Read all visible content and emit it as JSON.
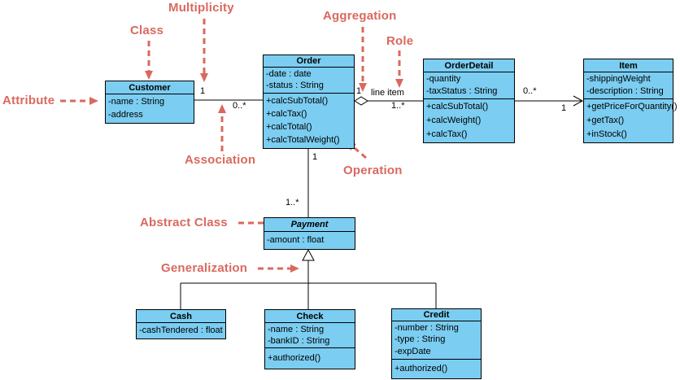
{
  "colors": {
    "class_fill": "#7BCDF1",
    "class_border": "#000000",
    "connector": "#000000",
    "annotation_red": "#D9695E",
    "background": "#FFFFFF"
  },
  "classes": {
    "customer": {
      "name": "Customer",
      "abstract": false,
      "attributes": [
        "-name : String",
        "-address"
      ],
      "operations": []
    },
    "order": {
      "name": "Order",
      "abstract": false,
      "attributes": [
        "-date : date",
        "-status : String"
      ],
      "operations": [
        "+calcSubTotal()",
        "+calcTax()",
        "+calcTotal()",
        "+calcTotalWeight()"
      ]
    },
    "orderdetail": {
      "name": "OrderDetail",
      "abstract": false,
      "attributes": [
        "-quantity",
        "-taxStatus : String"
      ],
      "operations": [
        "+calcSubTotal()",
        "+calcWeight()",
        "+calcTax()"
      ]
    },
    "item": {
      "name": "Item",
      "abstract": false,
      "attributes": [
        "-shippingWeight",
        "-description : String"
      ],
      "operations": [
        "+getPriceForQuantity()",
        "+getTax()",
        "+inStock()"
      ]
    },
    "payment": {
      "name": "Payment",
      "abstract": true,
      "attributes": [
        "-amount : float"
      ],
      "operations": []
    },
    "cash": {
      "name": "Cash",
      "abstract": false,
      "attributes": [
        "-cashTendered : float"
      ],
      "operations": []
    },
    "check": {
      "name": "Check",
      "abstract": false,
      "attributes": [
        "-name : String",
        "-bankID : String"
      ],
      "operations": [
        "+authorized()"
      ]
    },
    "credit": {
      "name": "Credit",
      "abstract": false,
      "attributes": [
        "-number : String",
        "-type : String",
        "-expDate"
      ],
      "operations": [
        "+authorized()"
      ]
    }
  },
  "annotations": {
    "multiplicity": "Multiplicity",
    "class": "Class",
    "aggregation": "Aggregation",
    "role": "Role",
    "attribute": "Attribute",
    "association": "Association",
    "operation": "Operation",
    "abstract_class": "Abstract Class",
    "generalization": "Generalization"
  },
  "edge_labels": {
    "customer_order": {
      "customer_end": "1",
      "order_end": "0..*"
    },
    "order_orderdetail": {
      "order_end": "1",
      "role": "line item",
      "orderdetail_end": "1..*"
    },
    "orderdetail_item": {
      "orderdetail_end": "0..*",
      "item_end": "1"
    },
    "order_payment": {
      "order_end": "1",
      "payment_end": "1..*"
    }
  }
}
